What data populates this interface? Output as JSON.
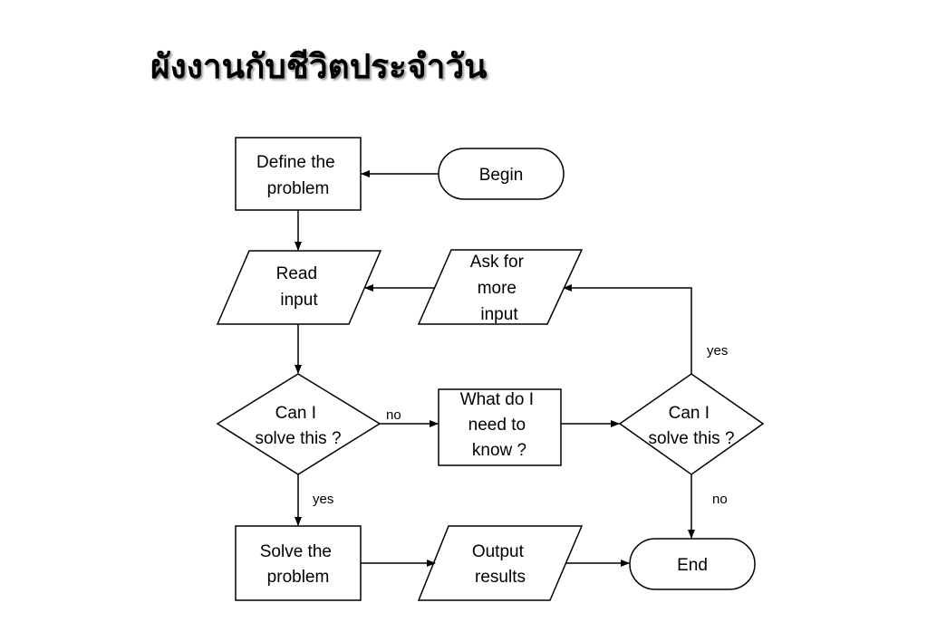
{
  "title": "ผังงานกับชีวิตประจำวัน",
  "nodes": {
    "define": [
      "Define the",
      "problem"
    ],
    "begin": [
      "Begin"
    ],
    "read": [
      "Read",
      "input"
    ],
    "ask": [
      "Ask for",
      "more",
      "input"
    ],
    "decision1": [
      "Can I",
      "solve this ?"
    ],
    "know": [
      "What do I",
      "need to",
      "know ?"
    ],
    "decision2": [
      "Can I",
      "solve this ?"
    ],
    "solve": [
      "Solve the",
      "problem"
    ],
    "output": [
      "Output",
      "results"
    ],
    "end": [
      "End"
    ]
  },
  "edge_labels": {
    "d1_no": "no",
    "d1_yes": "yes",
    "d2_yes": "yes",
    "d2_no": "no"
  }
}
